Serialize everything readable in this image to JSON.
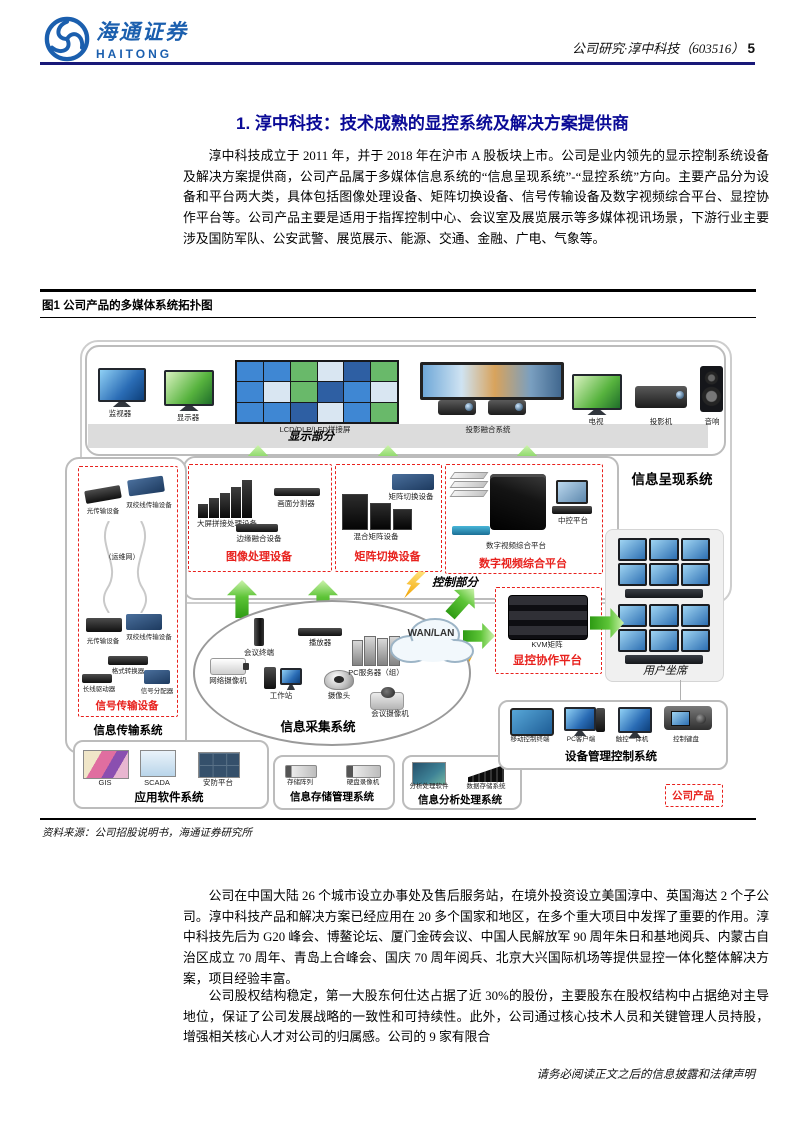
{
  "colors": {
    "brand_blue": "#1b5fae",
    "title_blue": "#0a0a96",
    "header_rule_navy": "#181878",
    "diagram_red": "#e8211d",
    "arrow_green": "#46b42a"
  },
  "header": {
    "brand_cn": "海通证券",
    "brand_en": "HAITONG",
    "right_text": "公司研究·淳中科技（603516）",
    "page_number": "5"
  },
  "section": {
    "title": "1. 淳中科技：技术成熟的显控系统及解决方案提供商",
    "paragraph1": "淳中科技成立于 2011 年，并于 2018 年在沪市 A 股板块上市。公司是业内领先的显示控制系统设备及解决方案提供商，公司产品属于多媒体信息系统的“信息呈现系统”-“显控系统”方向。主要产品分为设备和平台两大类，具体包括图像处理设备、矩阵切换设备、信号传输设备及数字视频综合平台、显控协作平台等。公司产品主要是适用于指挥控制中心、会议室及展览展示等多媒体视讯场景，下游行业主要涉及国防军队、公安武警、展览展示、能源、交通、金融、广电、气象等。",
    "paragraph2": "公司在中国大陆 26 个城市设立办事处及售后服务站，在境外投资设立美国淳中、英国海达 2 个子公司。淳中科技产品和解决方案已经应用在 20 多个国家和地区，在多个重大项目中发挥了重要的作用。淳中科技先后为 G20 峰会、博鳌论坛、厦门金砖会议、中国人民解放军 90 周年朱日和基地阅兵、内蒙古自治区成立 70 周年、青岛上合峰会、国庆 70 周年阅兵、北京大兴国际机场等提供显控一体化整体解决方案，项目经验丰富。",
    "paragraph3": "公司股权结构稳定，第一大股东何仕达占据了近 30%的股份，主要股东在股权结构中占据绝对主导地位，保证了公司发展战略的一致性和可持续性。此外，公司通过核心技术人员和关键管理人员持股，增强相关核心人才对公司的归属感。公司的 9 家有限合"
  },
  "figure": {
    "caption": "图1  公司产品的多媒体系统拓扑图",
    "source": "资料来源：公司招股说明书，海通证券研究所",
    "diagram": {
      "display": {
        "section_label": "显示部分",
        "items": [
          "监视器",
          "显示器",
          "LCD/DLP/LED拼接屏",
          "投影融合系统",
          "电视",
          "投影机",
          "音响"
        ]
      },
      "presentation_system_label": "信息呈现系统",
      "control_label": "控制部分",
      "image_processing": {
        "title": "图像处理设备",
        "devices": [
          "大屏拼接处理设备",
          "画面分割器",
          "边缘融合设备"
        ]
      },
      "matrix_switch": {
        "title": "矩阵切换设备",
        "devices": [
          "矩阵切换设备",
          "混合矩阵设备"
        ]
      },
      "digital_video": {
        "title": "数字视频综合平台",
        "devices": [
          "数字视频综合平台",
          "中控平台"
        ]
      },
      "collaboration": {
        "title": "显控协作平台",
        "device": "KVM矩阵"
      },
      "user_seat_label": "用户坐席",
      "wan_label": "WAN/LAN",
      "transmission": {
        "system_label": "信息传输系统",
        "title": "信号传输设备",
        "net_label": "（运维网）",
        "devices": [
          "光传输设备",
          "双绞线传输设备",
          "光传输设备",
          "双绞线传输设备",
          "格式转换器",
          "长线驱动器",
          "信号分配器"
        ]
      },
      "collection": {
        "label": "信息采集系统",
        "devices": [
          "会议终端",
          "播放器",
          "网络摄像机",
          "工作站",
          "摄像头",
          "PC服务器（组）",
          "会议摄像机"
        ]
      },
      "app_software": {
        "label": "应用软件系统",
        "items": [
          "GIS",
          "SCADA",
          "安防平台"
        ]
      },
      "storage_mgmt": {
        "label": "信息存储管理系统",
        "items": [
          "存储阵列",
          "硬盘录像机"
        ]
      },
      "analysis": {
        "label": "信息分析处理系统",
        "items": [
          "分析处理软件",
          "数据存储系统"
        ]
      },
      "device_mgmt": {
        "label": "设备管理控制系统",
        "items": [
          "移动控制终端",
          "PC客户端",
          "触控一体机",
          "控制键盘"
        ]
      },
      "company_product_label": "公司产品"
    }
  },
  "footer": {
    "disclaimer": "请务必阅读正文之后的信息披露和法律声明"
  }
}
